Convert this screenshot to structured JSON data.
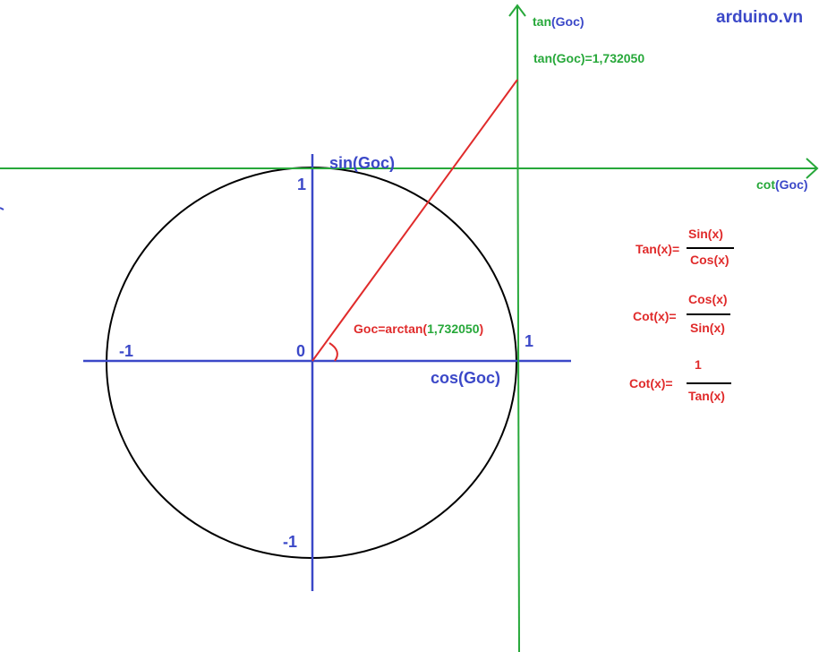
{
  "brand": {
    "text": "arduino.vn",
    "color": "#3b48c8"
  },
  "colors": {
    "axis_blue": "#3b48c8",
    "axis_green": "#27a83a",
    "red": "#e02b2b",
    "circle": "#000000"
  },
  "axes": {
    "sin_label": "sin(Goc)",
    "cos_label": "cos(Goc)",
    "tan_axis_label_a": "tan",
    "tan_axis_label_b": "(Goc)",
    "cot_axis_label_a": "cot",
    "cot_axis_label_b": "(Goc)",
    "tan_value": "tan(Goc)=1,732050"
  },
  "ticks": {
    "top": "1",
    "bottom": "-1",
    "left": "-1",
    "right": "1",
    "origin": "0"
  },
  "angle": {
    "label_a": "Goc=arctan(",
    "label_value": "1,732050",
    "label_b": ")"
  },
  "formulas": [
    {
      "lhs": "Tan(x)=",
      "num": "Sin(x)",
      "den": "Cos(x)"
    },
    {
      "lhs": "Cot(x)=",
      "num": "Cos(x)",
      "den": "Sin(x)"
    },
    {
      "lhs": "Cot(x)=",
      "num": "1",
      "den": "Tan(x)"
    }
  ]
}
